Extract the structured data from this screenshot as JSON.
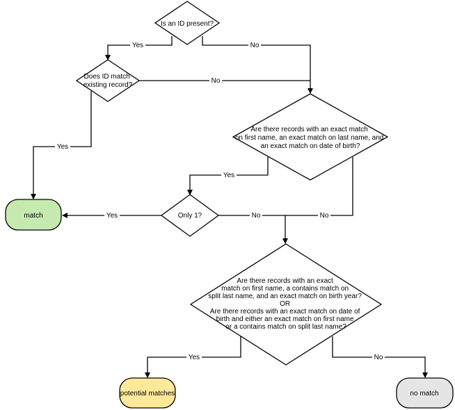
{
  "nodes": {
    "q_id_present": {
      "lines": [
        "Is an ID present?"
      ]
    },
    "q_id_match": {
      "lines": [
        "Does ID match",
        "existing record?"
      ]
    },
    "q_exact_match": {
      "lines": [
        "Are there records with an exact match",
        "on first name, an exact match on last name, and",
        "an exact match on date of birth?"
      ]
    },
    "q_only_one": {
      "lines": [
        "Only 1?"
      ]
    },
    "q_partial_match": {
      "lines": [
        "Are there records with an exact",
        "match on first name, a contains match on",
        "split last name, and an exact match on birth year?",
        "OR",
        "Are there records with an exact match on date of",
        "birth and either an exact match on first name",
        "or a contains match on split last name?"
      ]
    },
    "t_match": {
      "lines": [
        "match"
      ],
      "fill": "#c6e9af"
    },
    "t_potential": {
      "lines": [
        "potential matches"
      ],
      "fill": "#fde99a"
    },
    "t_no_match": {
      "lines": [
        "no match"
      ],
      "fill": "#e5e5e5"
    }
  },
  "edges": [
    {
      "id": "idpresent-yes",
      "label": "Yes"
    },
    {
      "id": "idpresent-no",
      "label": "No"
    },
    {
      "id": "idmatch-no",
      "label": "No"
    },
    {
      "id": "idmatch-yes",
      "label": "Yes"
    },
    {
      "id": "exact-yes",
      "label": "Yes"
    },
    {
      "id": "exact-no",
      "label": "No"
    },
    {
      "id": "only1-yes",
      "label": "Yes"
    },
    {
      "id": "only1-no",
      "label": "No"
    },
    {
      "id": "partial-yes",
      "label": "Yes"
    },
    {
      "id": "partial-no",
      "label": "No"
    }
  ]
}
